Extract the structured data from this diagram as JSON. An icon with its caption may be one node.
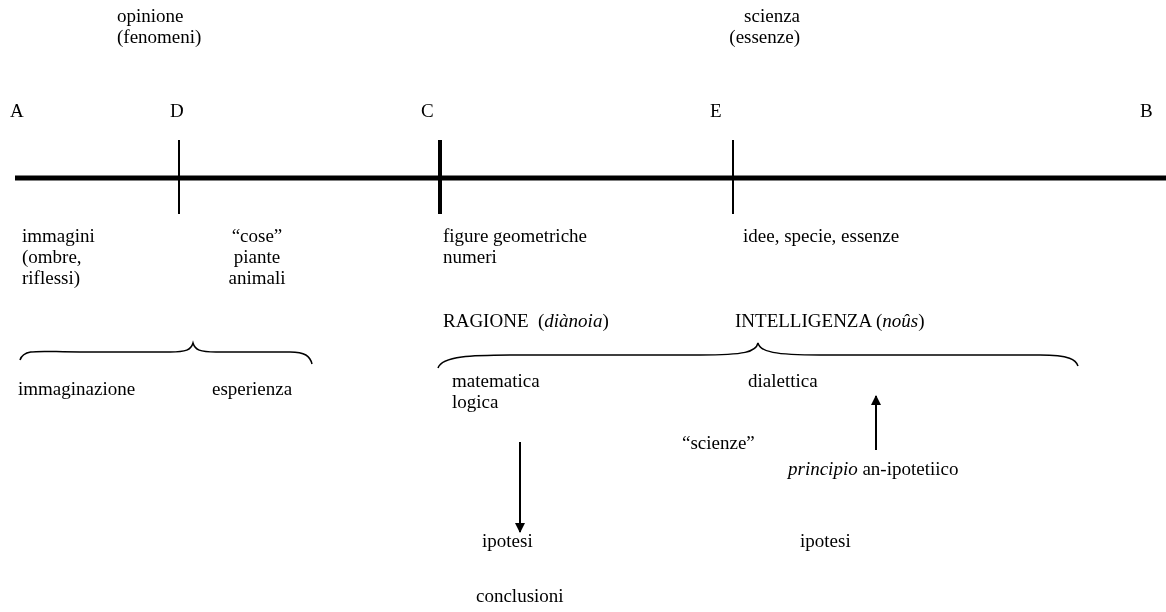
{
  "diagram": {
    "nodes": [
      {
        "text": [
          "matematica logica"
        ]
      },
      {
        "text": [
          "ipotesi"
        ]
      },
      {
        "text": [
          "dialettica"
        ]
      },
      {
        "text": [
          "*principio* an-ipotetiico"
        ]
      }
    ],
    "edges": [
      {
        "from": 0,
        "to": 1,
        "arrow": "to"
      },
      {
        "from": 3,
        "to": 2,
        "arrow": "to"
      }
    ],
    "labels": [
      "opinione (fenomeni)",
      "scienza (essenze)",
      "A",
      "D",
      "C",
      "E",
      "B",
      "immagini (ombre, riflessi)",
      "“cose” piante animali",
      "figure geometriche numeri",
      "idee, specie, essenze",
      "RAGIONE  (*diànoia*)",
      "INTELLIGENZA (*noûs*)",
      "immaginazione",
      "esperienza",
      "“scienze”",
      "ipotesi",
      "conclusioni"
    ]
  }
}
